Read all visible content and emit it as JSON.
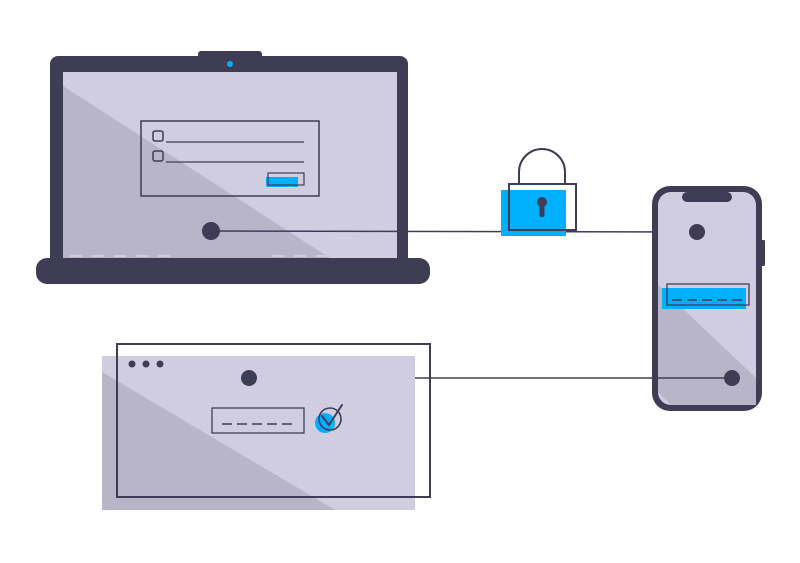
{
  "colors": {
    "dark": "#3f3d56",
    "screen": "#d0cde1",
    "shadow": "#b8b5c8",
    "accent": "#00b0ff",
    "white": "#ffffff"
  },
  "scene": {
    "laptop": {
      "screen_icon": "login-form",
      "form_checkboxes": 2,
      "submit_highlight": true
    },
    "lock_icon": "padlock",
    "phone_icon": "smartphone",
    "browser_window": {
      "window_dots": 3,
      "verified_icon": "check-circle"
    }
  }
}
